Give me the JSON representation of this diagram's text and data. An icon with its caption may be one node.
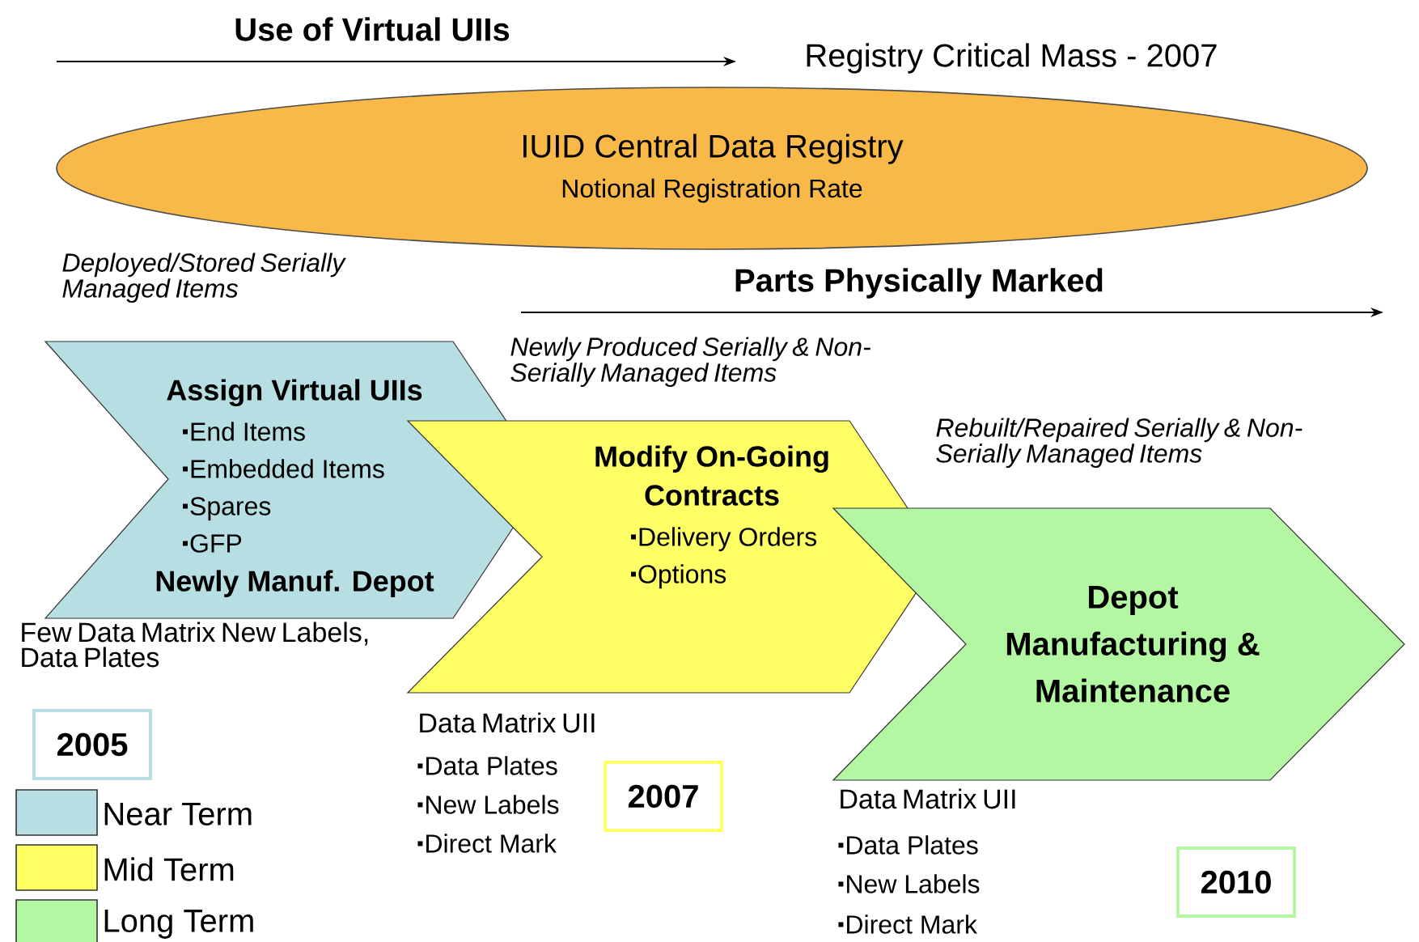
{
  "diagram": {
    "nodes": [
      {
        "text": [
          "IUID Central Data Registry",
          "Notional Registration Rate"
        ]
      },
      {
        "text": [
          "Assign Virtual UIIs",
          "End Items",
          "Embedded Items",
          "Spares",
          "GFP",
          "Newly Manuf. Depot"
        ]
      },
      {
        "text": [
          "Modify On-Going Contracts",
          "Delivery Orders",
          "Options"
        ]
      },
      {
        "text": [
          "Depot Manufacturing & Maintenance"
        ]
      },
      {
        "text": [
          "2005"
        ]
      },
      {
        "text": [
          "2007"
        ]
      },
      {
        "text": [
          "2010"
        ]
      }
    ],
    "labels": [
      "Use of Virtual UIIs",
      "Registry Critical Mass - 2007",
      "Deployed/Stored Serially Managed Items",
      "Parts Physically Marked",
      "Newly Produced Serially & Non-Serially Managed Items",
      "Rebuilt/Repaired Serially & Non-Serially Managed Items",
      "Few Data Matrix New Labels, Data Plates",
      "Data Matrix UII",
      "Data Plates",
      "New Labels",
      "Direct Mark",
      "Data Matrix UII",
      "Data Plates",
      "New Labels",
      "Direct Mark"
    ],
    "legend": [
      {
        "text": "Near Term",
        "color": "#b7dfe3"
      },
      {
        "text": "Mid Term",
        "color": "#ffff66"
      },
      {
        "text": "Long Term",
        "color": "#b3f7a3"
      }
    ]
  }
}
